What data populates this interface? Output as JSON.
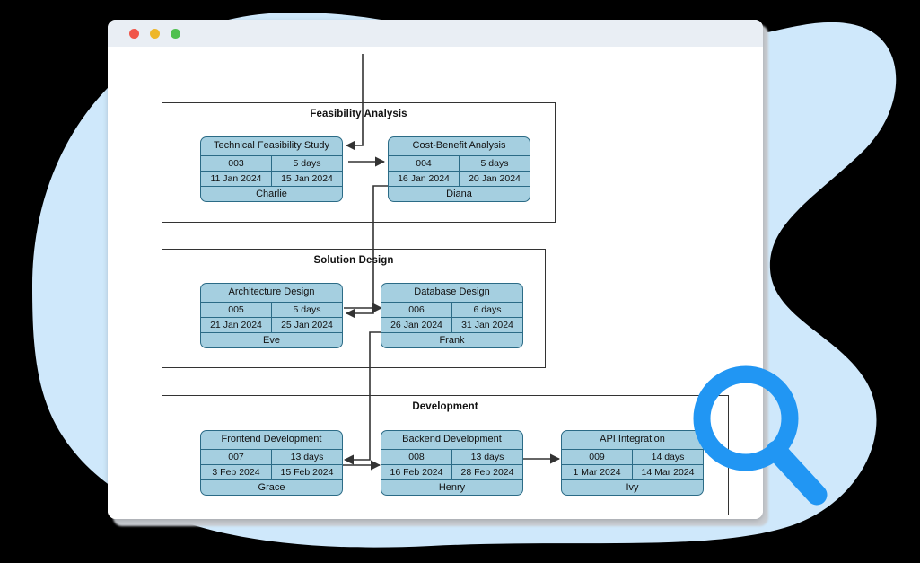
{
  "window": {
    "traffic_lights": [
      {
        "name": "close",
        "color": "#f0564a"
      },
      {
        "name": "minimize",
        "color": "#eeb72a"
      },
      {
        "name": "maximize",
        "color": "#4fc04f"
      }
    ]
  },
  "theme": {
    "background_blob": "#cfe8fb",
    "card_fill": "#a5cfe0",
    "card_border": "#2b6b86",
    "group_border": "#333333",
    "connector": "#333333",
    "magnifier": "#2196f3",
    "titlebar": "#e9eef4"
  },
  "diagram": {
    "type": "flowchart",
    "columns": [
      "id",
      "duration",
      "start",
      "end",
      "owner"
    ],
    "groups": [
      {
        "title": "Feasibility Analysis",
        "tasks": [
          {
            "name": "Technical Feasibility Study",
            "id": "003",
            "duration": "5 days",
            "start": "11 Jan 2024",
            "end": "15 Jan 2024",
            "owner": "Charlie"
          },
          {
            "name": "Cost-Benefit Analysis",
            "id": "004",
            "duration": "5 days",
            "start": "16 Jan 2024",
            "end": "20 Jan 2024",
            "owner": "Diana"
          }
        ]
      },
      {
        "title": "Solution Design",
        "tasks": [
          {
            "name": "Architecture Design",
            "id": "005",
            "duration": "5 days",
            "start": "21 Jan 2024",
            "end": "25 Jan 2024",
            "owner": "Eve"
          },
          {
            "name": "Database Design",
            "id": "006",
            "duration": "6 days",
            "start": "26 Jan 2024",
            "end": "31 Jan 2024",
            "owner": "Frank"
          }
        ]
      },
      {
        "title": "Development",
        "tasks": [
          {
            "name": "Frontend Development",
            "id": "007",
            "duration": "13 days",
            "start": "3 Feb 2024",
            "end": "15 Feb 2024",
            "owner": "Grace"
          },
          {
            "name": "Backend Development",
            "id": "008",
            "duration": "13 days",
            "start": "16 Feb 2024",
            "end": "28 Feb 2024",
            "owner": "Henry"
          },
          {
            "name": "API Integration",
            "id": "009",
            "duration": "14 days",
            "start": "1 Mar 2024",
            "end": "14 Mar 2024",
            "owner": "Ivy"
          }
        ]
      }
    ]
  },
  "overlay": {
    "magnifier_icon": "magnifying-glass-icon"
  }
}
